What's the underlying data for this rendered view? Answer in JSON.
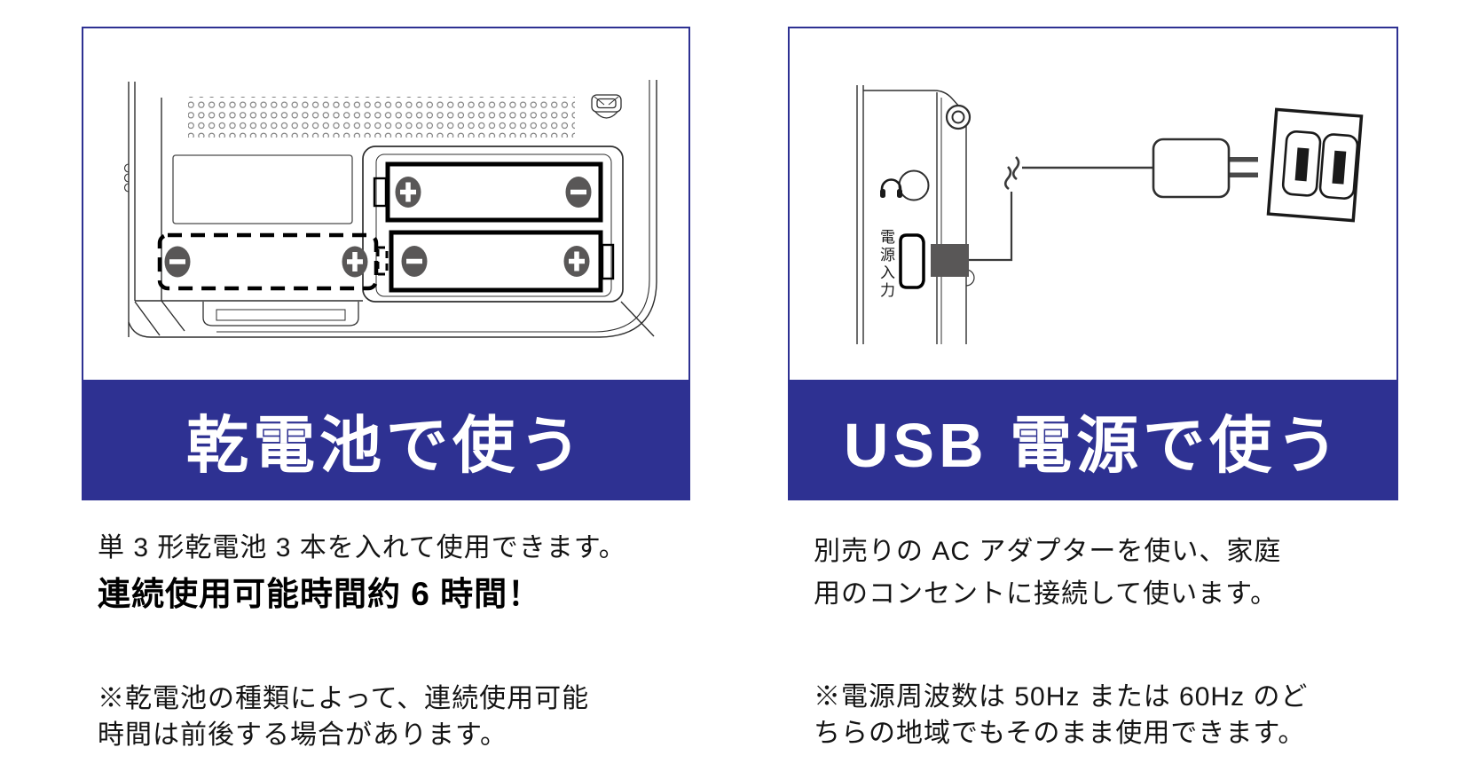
{
  "colors": {
    "accent_blue": "#2e3192",
    "terminal_gray": "#595757",
    "line_black": "#1a1a1a"
  },
  "left_panel": {
    "banner_title": "乾電池で使う",
    "description_line": "単 3 形乾電池 3 本を入れて使用できます。",
    "highlight_line": "連続使用可能時間約 6 時間！",
    "note_lines": [
      "※乾電池の種類によって、連続使用可能",
      "時間は前後する場合があります。"
    ],
    "illustration": {
      "plus_symbol": "+",
      "minus_symbol": "−"
    }
  },
  "right_panel": {
    "banner_title": "USB 電源で使う",
    "description_lines": [
      "別売りの AC アダプターを使い、家庭",
      "用のコンセントに接続して使います。"
    ],
    "note_lines": [
      "※電源周波数は 50Hz または 60Hz のど",
      "ちらの地域でもそのまま使用できます。"
    ],
    "port_label": "電源入力"
  }
}
